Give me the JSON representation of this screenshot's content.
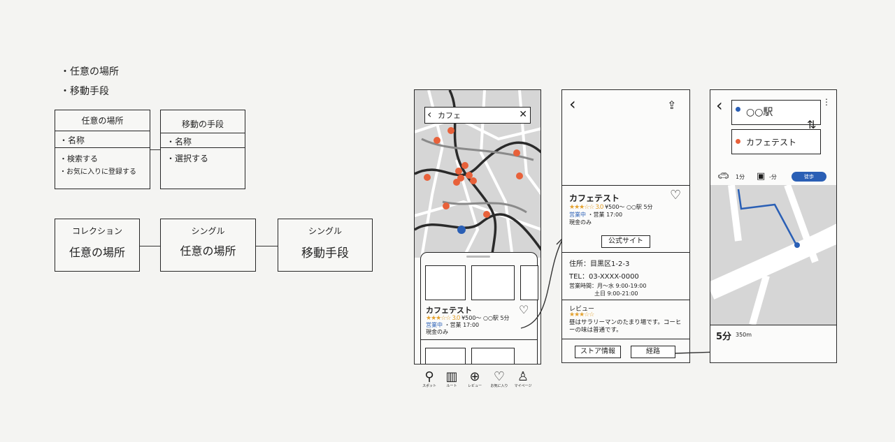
{
  "notes": {
    "bullet_1": "・任意の場所",
    "bullet_2": "・移動手段"
  },
  "entity_boxes": [
    {
      "title": "任意の場所",
      "attribute": "・名称",
      "operations": [
        "・検索する",
        "・お気に入りに登録する"
      ]
    },
    {
      "title": "移動の手段",
      "attribute": "・名称",
      "operations": [
        "・選択する"
      ]
    }
  ],
  "flow_boxes": [
    {
      "kind": "コレクション",
      "name": "任意の場所"
    },
    {
      "kind": "シングル",
      "name": "任意の場所"
    },
    {
      "kind": "シングル",
      "name": "移動手段"
    }
  ],
  "screen_map": {
    "search_text": "カフェ",
    "card_title": "カフェテスト",
    "card_rating": "★★★☆☆ 3.0",
    "card_price": "¥500〜 ",
    "card_distance": "○○駅 5分",
    "card_status_open": "営業中",
    "card_hours": "・営業 17:00",
    "card_payment": "現金のみ",
    "tabs": [
      "スポット",
      "ルート",
      "レビュー",
      "お気に入り",
      "マイページ"
    ]
  },
  "screen_detail": {
    "title": "カフェテスト",
    "rating": "★★★☆☆ 3.0",
    "price": "¥500〜",
    "distance": "○○駅 5分",
    "status_open": "営業中",
    "hours": "・営業 17:00",
    "payment": "現金のみ",
    "official_site_button": "公式サイト",
    "address": "住所：目黒区1-2-3",
    "tel": "TEL：03-XXXX-0000",
    "business_hours_label": "営業時間：",
    "business_hours_weekday": "月〜水 9:00-19:00",
    "business_hours_weekend": "土日 9:00-21:00",
    "review_label": "レビュー",
    "review_rating": "★★★☆☆",
    "review_text": "昼はサラリーマンのたまり場です。コーヒーの味は普通です。",
    "bottom_left_button": "ストア情報",
    "bottom_right_button": "経路"
  },
  "screen_route": {
    "origin": "○○駅",
    "destination": "カフェテスト",
    "mode_car": "1分",
    "mode_train": "-分",
    "mode_walk": "徒歩",
    "duration": "5分",
    "distance": "350m"
  },
  "colors": {
    "pin": "#e8613a",
    "blue": "#2a5fb5",
    "map": "#d6d6d6",
    "road": "#2a2a2a"
  }
}
